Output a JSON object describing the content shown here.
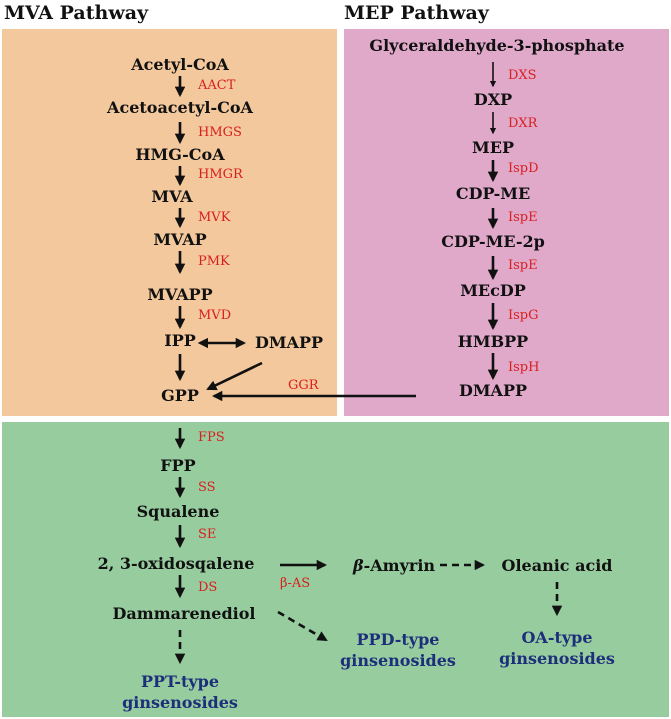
{
  "titles": {
    "mva": "MVA Pathway",
    "mep": "MEP Pathway"
  },
  "mva": {
    "acetyl_coa": "Acetyl-CoA",
    "aact": "AACT",
    "acetoacetyl_coa": "Acetoacetyl-CoA",
    "hmgs": "HMGS",
    "hmg_coa": "HMG-CoA",
    "hmgr": "HMGR",
    "mva": "MVA",
    "mvk": "MVK",
    "mvap": "MVAP",
    "pmk": "PMK",
    "mvapp": "MVAPP",
    "mvd": "MVD",
    "ipp": "IPP",
    "dmapp": "DMAPP",
    "ggr": "GGR",
    "gpp": "GPP"
  },
  "mep": {
    "g3p": "Glyceraldehyde-3-phosphate",
    "dxs": "DXS",
    "dxp": "DXP",
    "dxr": "DXR",
    "mep": "MEP",
    "ispd": "IspD",
    "cdp_me": "CDP-ME",
    "ispe1": "IspE",
    "cdp_me_2p": "CDP-ME-2p",
    "ispe2": "IspE",
    "mecdp": "MEcDP",
    "ispg": "IspG",
    "hmbpp": "HMBPP",
    "isph": "IspH",
    "dmapp": "DMAPP"
  },
  "downstream": {
    "fps": "FPS",
    "fpp": "FPP",
    "ss": "SS",
    "squalene": "Squalene",
    "se": "SE",
    "oxidosqualene": "2, 3-oxidosqalene",
    "ds": "DS",
    "dammarenediol": "Dammarenediol",
    "beta_as": "β-AS",
    "beta_amyrin_prefix": "β",
    "beta_amyrin_rest": "-Amyrin",
    "oleanic_acid": "Oleanic acid",
    "ppt_line1": "PPT-type",
    "ppt_line2": "ginsenosides",
    "ppd_line1": "PPD-type",
    "ppd_line2": "ginsenosides",
    "oa_line1": "OA-type",
    "oa_line2": "ginsenosides"
  },
  "colors": {
    "mva_bg": "#f2c89c",
    "mep_bg": "#e0a9ca",
    "downstream_bg": "#97cc9f",
    "enzyme": "#d91e1e",
    "product": "#1d2f7a"
  }
}
